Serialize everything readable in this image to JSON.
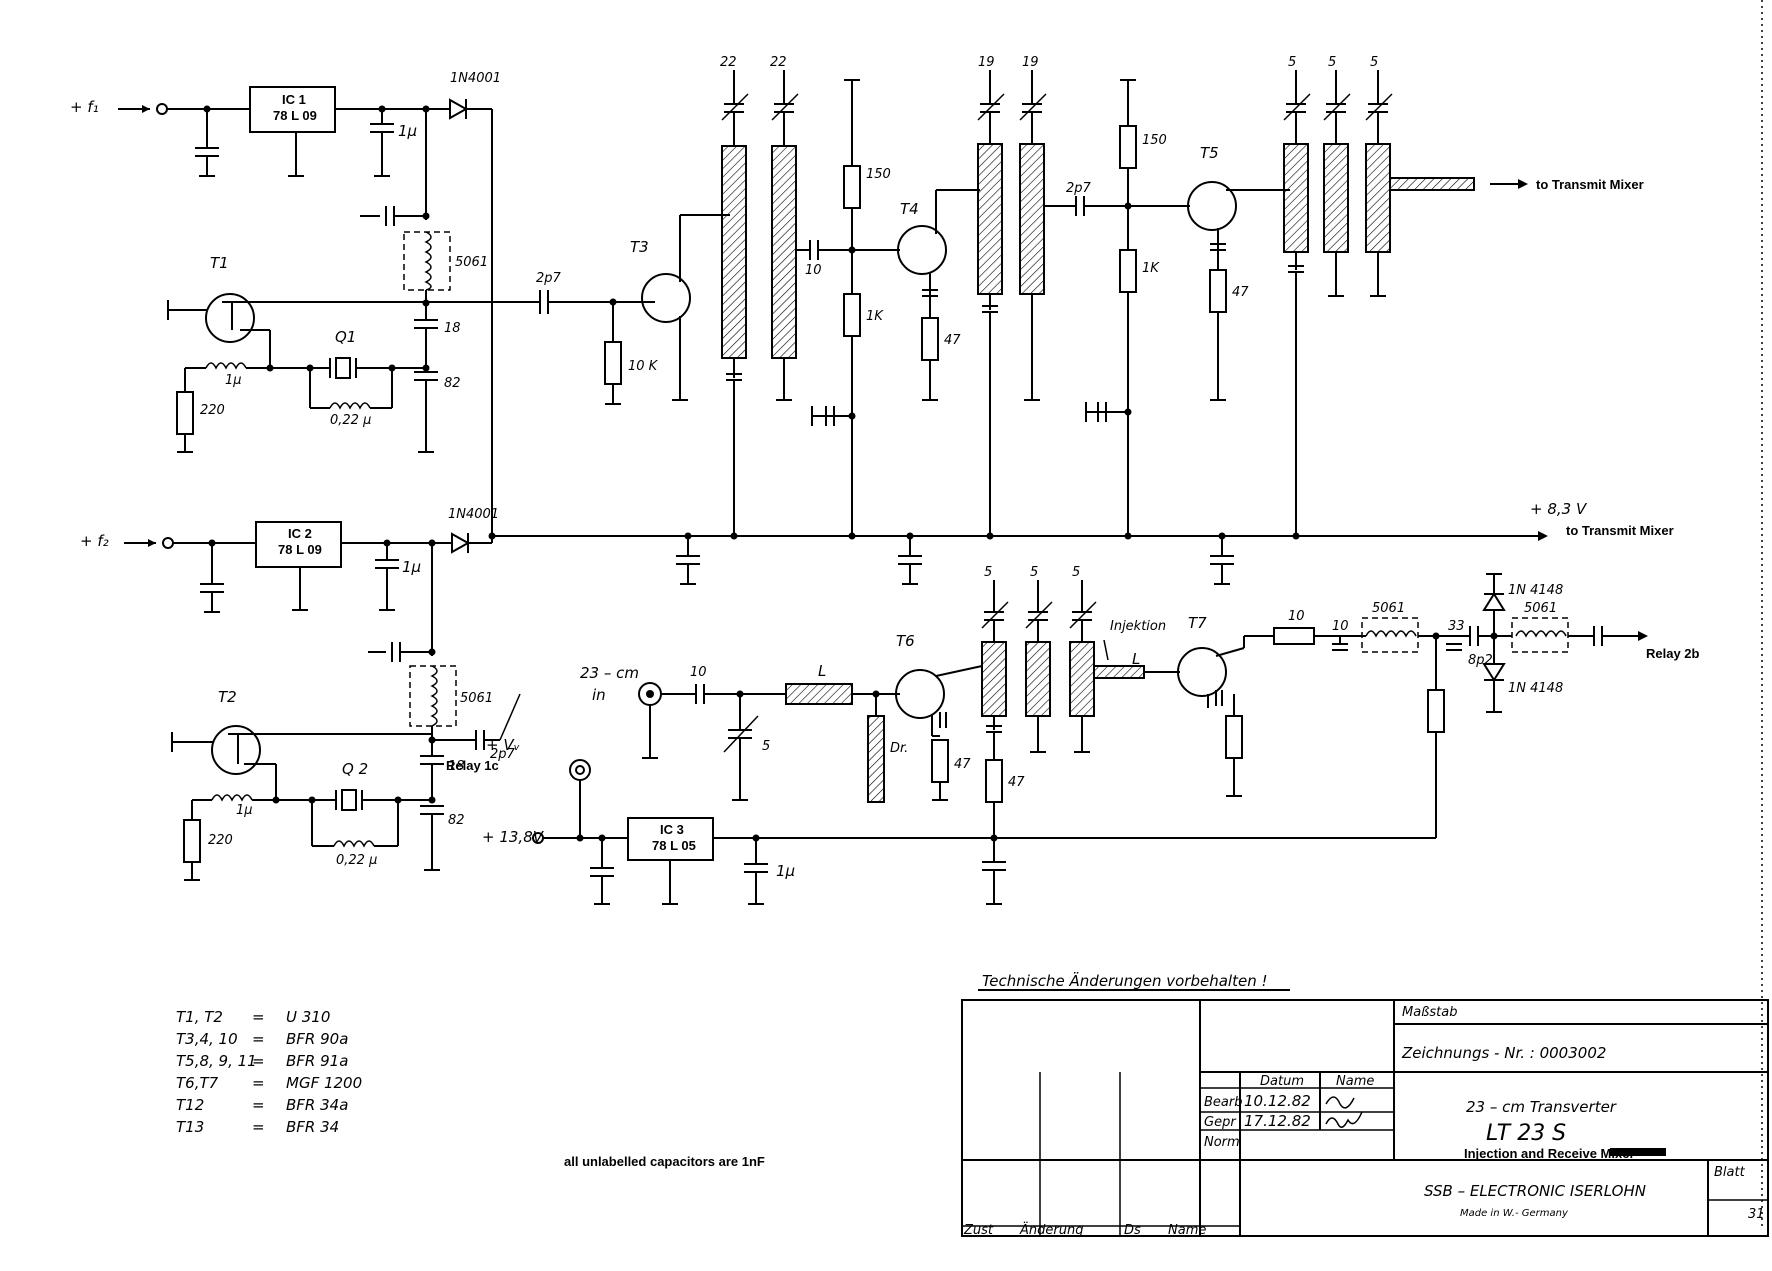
{
  "inputs": {
    "f1": "+ f₁",
    "f2": "+ f₂",
    "v13": "+ 13,8V",
    "vv": "+ Vᵥ",
    "cm23": "23 – cm",
    "in": "in"
  },
  "ics": {
    "ic1": {
      "name": "IC 1",
      "part": "78 L 09"
    },
    "ic2": {
      "name": "IC 2",
      "part": "78 L 09"
    },
    "ic3": {
      "name": "IC 3",
      "part": "78 L 05"
    }
  },
  "diodes": {
    "d1": "1N4001",
    "d2": "1N4001",
    "d3": "1N 4148",
    "d4": "1N 4148"
  },
  "transistors": {
    "t1": "T1",
    "t2": "T2",
    "t3": "T3",
    "t4": "T4",
    "t5": "T5",
    "t6": "T6",
    "t7": "T7"
  },
  "crystals": {
    "q1": "Q1",
    "q2": "Q 2"
  },
  "components": {
    "c_1u": "1μ",
    "l_5061": "5061",
    "c_2p7": "2p7",
    "c_18": "18",
    "c_82": "82",
    "l_1u": "1μ",
    "l_022": "0,22 μ",
    "r_220": "220",
    "r_10k": "10 K",
    "tr_22": "22",
    "c_10": "10",
    "r_150": "150",
    "r_1k": "1K",
    "r_47": "47",
    "tr_19": "19",
    "tr_5": "5",
    "c_33": "33",
    "c_8p2": "8p2",
    "l_L": "L",
    "dr": "Dr.",
    "injektion": "Injektion",
    "v83": "+ 8,3 V"
  },
  "outputs": {
    "tx1": "to Transmit Mixer",
    "tx2": "to Transmit Mixer",
    "relay2b": "Relay 2b",
    "relay1c": "Relay 1c"
  },
  "legend": {
    "rows": [
      {
        "k": "T1, T2",
        "v": "U 310"
      },
      {
        "k": "T3,4, 10",
        "v": "BFR 90a"
      },
      {
        "k": "T5,8, 9, 11",
        "v": "BFR 91a"
      },
      {
        "k": "T6,T7",
        "v": "MGF 1200"
      },
      {
        "k": "T12",
        "v": "BFR 34a"
      },
      {
        "k": "T13",
        "v": "BFR 34"
      }
    ],
    "note": "all unlabelled capacitors are 1nF"
  },
  "titleblock": {
    "heading": "Technische Änderungen vorbehalten !",
    "massstab": "Maßstab",
    "zeichnung": "Zeichnungs - Nr. : 0003002",
    "datum": "Datum",
    "name": "Name",
    "bearb": "Bearb",
    "bearb_date": "10.12.82",
    "gepr": "Gepr",
    "gepr_date": "17.12.82",
    "norm": "Norm",
    "title1": "23 – cm Transverter",
    "title2": "LT 23 S",
    "title3": "Injection and Receive Mixer",
    "company": "SSB – ELECTRONIC ISERLOHN",
    "made": "Made in W.- Germany",
    "blatt": "Blatt",
    "blatt_no": "31",
    "zust": "Zust",
    "aenderung": "Änderung",
    "ds": "Ds",
    "name2": "Name"
  }
}
